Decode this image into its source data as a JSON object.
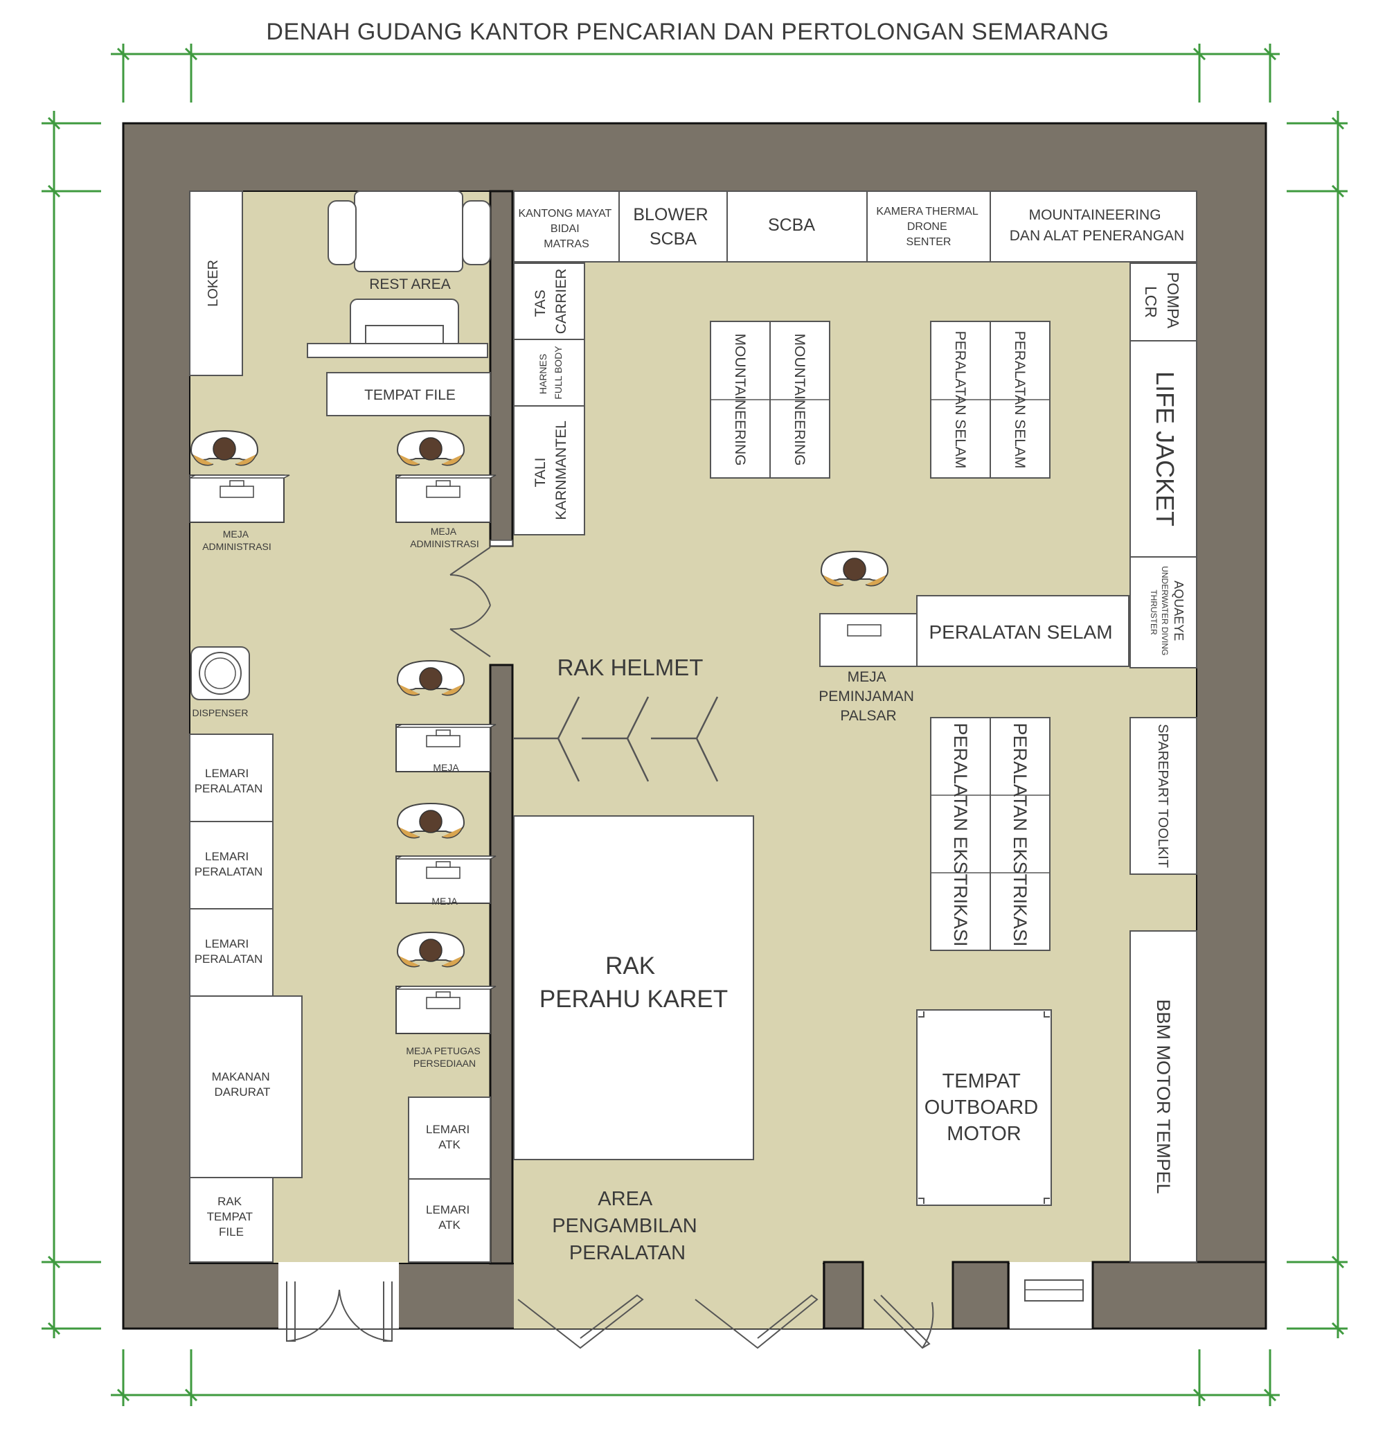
{
  "title": "DENAH GUDANG KANTOR PENCARIAN DAN PERTOLONGAN SEMARANG",
  "colors": {
    "wall": "#7a7368",
    "floor": "#d9d4b0",
    "furniture": "#ffffff",
    "dimension_lines": "#3f9a3f",
    "text": "#3a3a3a"
  },
  "labels": {
    "kantong": [
      "KANTONG MAYAT",
      "BIDAI",
      "MATRAS"
    ],
    "blower": [
      "BLOWER",
      "SCBA"
    ],
    "scba": "SCBA",
    "kamera": [
      "KAMERA THERMAL",
      "DRONE",
      "SENTER"
    ],
    "mountaineering_top": [
      "MOUNTAINEERING",
      "DAN ALAT PENERANGAN"
    ],
    "tas_carrier": [
      "TAS",
      "CARRIER"
    ],
    "harnes": [
      "HARNES",
      "FULL BODY"
    ],
    "tali": [
      "TALI",
      "KARNMANTEL"
    ],
    "mountaineering_a": "MOUNTAINEERING",
    "mountaineering_b": "MOUNTAINEERING",
    "selam_a": "PERALATAN SELAM",
    "selam_b": "PERALATAN SELAM",
    "pompa": [
      "POMPA",
      "LCR"
    ],
    "life_jacket": "LIFE JACKET",
    "aquaeye": [
      "AQUAEYE",
      "UNDERWATER DIVING",
      "THRUSTER"
    ],
    "selam_desk": "PERALATAN SELAM",
    "meja_peminjaman": [
      "MEJA",
      "PEMINJAMAN",
      "PALSAR"
    ],
    "rak_helmet": "RAK HELMET",
    "ekstrikasi_a": "PERALATAN EKSTRIKASI",
    "ekstrikasi_b": "PERALATAN EKSTRIKASI",
    "sparepart": "SPAREPART TOOLKIT",
    "rak_perahu": [
      "RAK",
      "PERAHU KARET"
    ],
    "outboard": [
      "TEMPAT",
      "OUTBOARD",
      "MOTOR"
    ],
    "bbm": "BBM MOTOR TEMPEL",
    "area_pengambilan": [
      "AREA",
      "PENGAMBILAN",
      "PERALATAN"
    ],
    "loker": "LOKER",
    "rest_area": "REST AREA",
    "tempat_file": "TEMPAT FILE",
    "meja_admin_1": [
      "MEJA",
      "ADMINISTRASI"
    ],
    "meja_admin_2": [
      "MEJA",
      "ADMINISTRASI"
    ],
    "dispenser": "DISPENSER",
    "meja_1": "MEJA",
    "meja_2": "MEJA",
    "meja_petugas": [
      "MEJA PETUGAS",
      "PERSEDIAAN"
    ],
    "lemari_peralatan_1": [
      "LEMARI",
      "PERALATAN"
    ],
    "lemari_peralatan_2": [
      "LEMARI",
      "PERALATAN"
    ],
    "lemari_peralatan_3": [
      "LEMARI",
      "PERALATAN"
    ],
    "makanan_darurat": [
      "MAKANAN",
      "DARURAT"
    ],
    "rak_tempat_file": [
      "RAK",
      "TEMPAT",
      "FILE"
    ],
    "lemari_atk_1": [
      "LEMARI",
      "ATK"
    ],
    "lemari_atk_2": [
      "LEMARI",
      "ATK"
    ]
  }
}
